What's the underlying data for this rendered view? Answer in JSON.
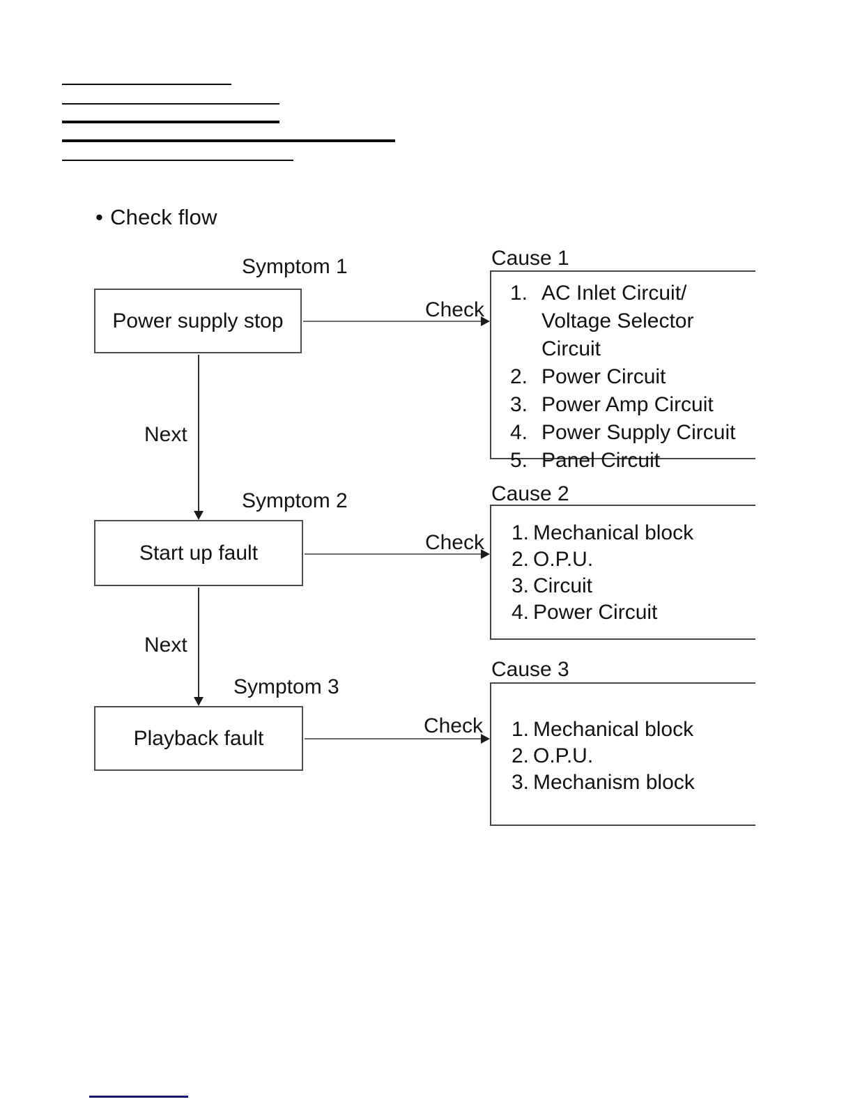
{
  "heading": {
    "bullet": "•",
    "label": "Check flow"
  },
  "flow": {
    "next_label": "Next",
    "symptoms": [
      {
        "label": "Symptom 1",
        "box": "Power supply stop",
        "connector": "Check"
      },
      {
        "label": "Symptom 2",
        "box": "Start up fault",
        "connector": "Check"
      },
      {
        "label": "Symptom 3",
        "box": "Playback fault",
        "connector": "Check"
      }
    ],
    "causes": [
      {
        "title": "Cause 1",
        "items": [
          {
            "num": "1.",
            "text": "AC Inlet Circuit/\nVoltage Selector Circuit"
          },
          {
            "num": "2.",
            "text": "Power Circuit"
          },
          {
            "num": "3.",
            "text": "Power Amp Circuit"
          },
          {
            "num": "4.",
            "text": "Power Supply Circuit"
          },
          {
            "num": "5.",
            "text": "Panel Circuit"
          }
        ]
      },
      {
        "title": "Cause 2",
        "items": [
          {
            "num": "1.",
            "text": "Mechanical block"
          },
          {
            "num": "2.",
            "text": "O.P.U."
          },
          {
            "num": "3.",
            "text": "Circuit"
          },
          {
            "num": "4.",
            "text": "Power Circuit"
          }
        ]
      },
      {
        "title": "Cause 3",
        "items": [
          {
            "num": "1.",
            "text": "Mechanical block"
          },
          {
            "num": "2.",
            "text": "O.P.U."
          },
          {
            "num": "3.",
            "text": "Mechanism block"
          }
        ]
      }
    ]
  },
  "colors": {
    "text": "#161616",
    "box_border": "#4c4c4c",
    "connector": "#6a6a6a",
    "link_line": "#14147e"
  }
}
